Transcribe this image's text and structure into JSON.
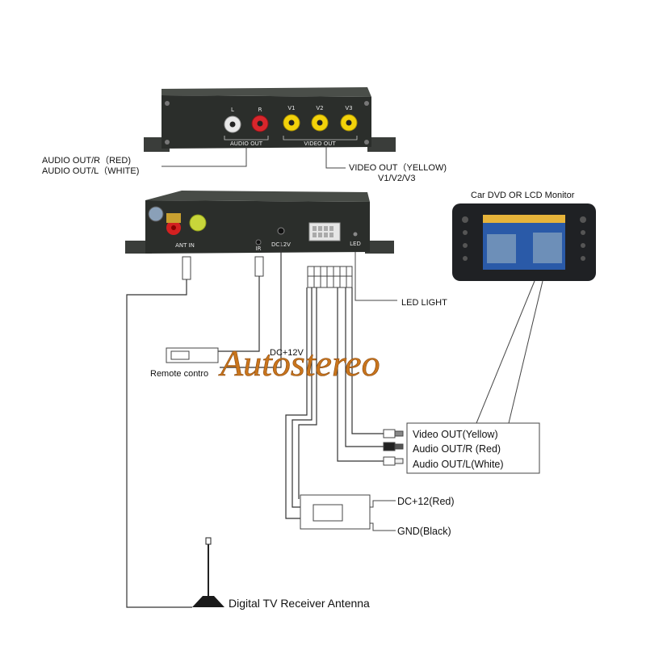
{
  "labels": {
    "audio_out_r": "AUDIO OUT/R（RED)",
    "audio_out_l": "AUDIO OUT/L（WHITE)",
    "video_out": "VIDEO OUT（YELLOW)",
    "video_channels": "V1/V2/V3",
    "car_dvd": "Car DVD OR LCD Monitor",
    "led_light": "LED LIGHT",
    "dc12v_wire": "DC+12V",
    "remote_control": "Remote contro",
    "video_out_yellow": "Video OUT(Yellow)",
    "audio_out_r_red": "Audio OUT/R (Red)",
    "audio_out_l_white": "Audio OUT/L(White)",
    "dc12_red": "DC+12(Red)",
    "gnd_black": "GND(Black)",
    "antenna": "Digital TV Receiver Antenna"
  },
  "top_unit": {
    "port_labels": [
      "L",
      "R",
      "V1",
      "V2",
      "V3"
    ],
    "group_audio": "AUDIO OUT",
    "group_video": "VIDEO OUT"
  },
  "bottom_unit": {
    "ant_in": "ANT IN",
    "ir": "IR",
    "dc12v": "DC12V",
    "led": "LED"
  },
  "watermark": "Autostereo",
  "colors": {
    "yellow": "#f2d20a",
    "red": "#d8262c",
    "white": "#f0f0f0",
    "watermark": "#c9751c",
    "device_body": "#2b2e2b"
  }
}
